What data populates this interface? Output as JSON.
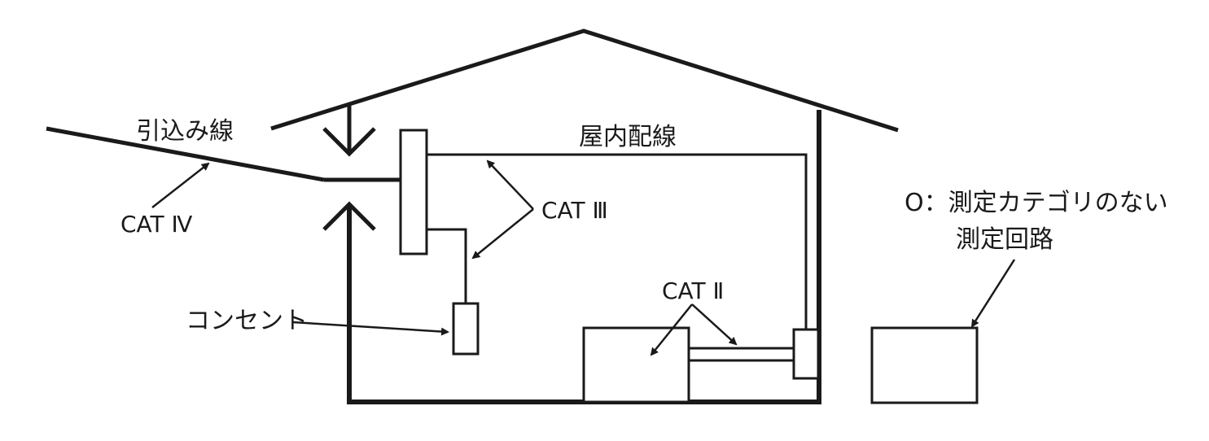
{
  "labels": {
    "service_drop": "引込み線",
    "indoor_wiring": "屋内配線",
    "cat4": "CAT Ⅳ",
    "cat3": "CAT Ⅲ",
    "cat2": "CAT Ⅱ",
    "outlet": "コンセント",
    "cat0_line1": "O：測定カテゴリのない",
    "cat0_line2": "測定回路"
  },
  "colors": {
    "line": "#1a1a1a",
    "background": "#ffffff"
  }
}
